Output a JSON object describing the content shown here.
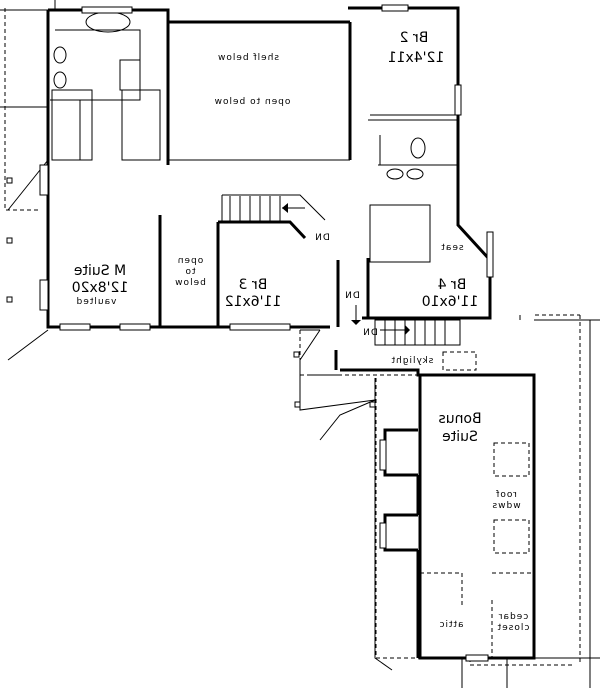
{
  "labels": {
    "shelf_below": "shelf below",
    "open_to_below_main": "open to below",
    "br2_name": "Br 2",
    "br2_size": "12'4x11",
    "msuite_name": "M Suite",
    "msuite_size": "12'8x20",
    "msuite_note": "vaulted",
    "open_small_1": "open",
    "open_small_2": "to",
    "open_small_3": "below",
    "br3_name": "Br 3",
    "br3_size": "11'6x12",
    "dn_1": "DN",
    "dn_2": "DN",
    "dn_3": "DN",
    "seat": "seat",
    "br4_name": "Br 4",
    "br4_size": "11'6x10",
    "skylight": "skylight",
    "bonus_1": "Bonus",
    "bonus_2": "Suite",
    "roof_1": "roof",
    "roof_2": "wdws",
    "attic": "attic",
    "cedar_1": "cedar",
    "cedar_2": "closet"
  },
  "text_mirrored": true
}
